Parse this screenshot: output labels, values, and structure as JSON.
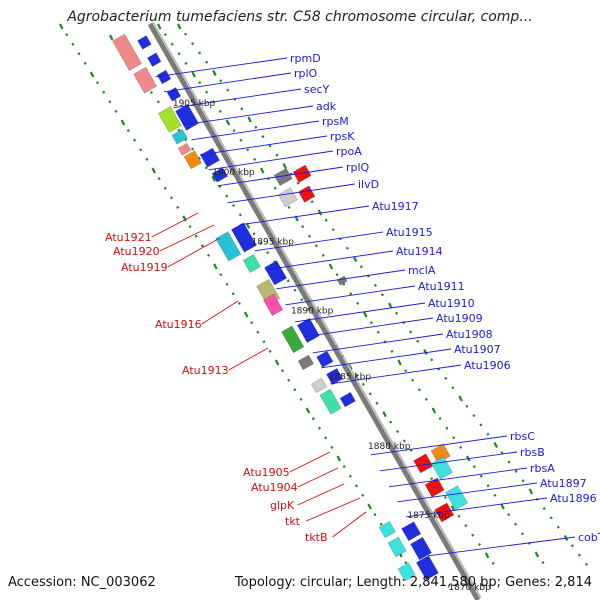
{
  "title": "Agrobacterium tumefaciens str. C58 chromosome circular, comp...",
  "footer": {
    "accession": "Accession: NC_003062",
    "summary": "Topology: circular; Length: 2,841,580 bp; Genes: 2,814"
  },
  "colors": {
    "backbone": "#7a7a7a",
    "forward_label": "#1a1adb",
    "reverse_label": "#d01010",
    "tick": "#1a8a1a"
  },
  "kbp_ticks": [
    "1905 kbp",
    "1900 kbp",
    "1895 kbp",
    "1890 kbp",
    "1885 kbp",
    "1880 kbp",
    "1875 kbp",
    "1870 kbp"
  ],
  "forward_genes": [
    "rpmD",
    "rplO",
    "secY",
    "adk",
    "rpsM",
    "rpsK",
    "rpoA",
    "rplQ",
    "ilvD",
    "Atu1917",
    "Atu1915",
    "Atu1914",
    "mclA",
    "Atu1911",
    "Atu1910",
    "Atu1909",
    "Atu1908",
    "Atu1907",
    "Atu1906",
    "rbsC",
    "rbsB",
    "rbsA",
    "Atu1897",
    "Atu1896",
    "cobT"
  ],
  "reverse_genes": [
    "Atu1921",
    "Atu1920",
    "Atu1919",
    "Atu1916",
    "Atu1913",
    "Atu1905",
    "Atu1904",
    "glpK",
    "tkt",
    "tktB"
  ]
}
